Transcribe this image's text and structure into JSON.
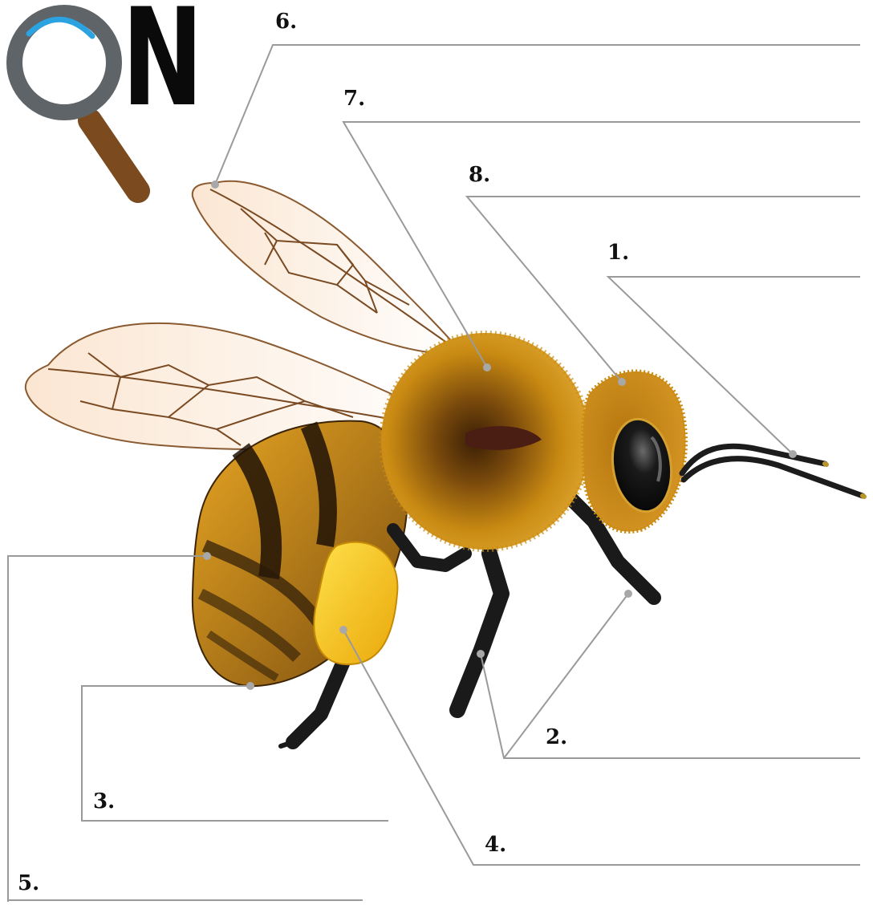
{
  "logo": {
    "letter": "N"
  },
  "labels": [
    {
      "id": "1",
      "text": "1."
    },
    {
      "id": "2",
      "text": "2."
    },
    {
      "id": "3",
      "text": "3."
    },
    {
      "id": "4",
      "text": "4."
    },
    {
      "id": "5",
      "text": "5."
    },
    {
      "id": "6",
      "text": "6."
    },
    {
      "id": "7",
      "text": "7."
    },
    {
      "id": "8",
      "text": "8."
    }
  ],
  "colors": {
    "leader_line": "#9a9a9a",
    "marker_dot": "#a8a8a8",
    "fur": "#c98a12",
    "fur_dark": "#5a3206",
    "pollen": "#f7c61a",
    "eye": "#141414",
    "wing_vein": "#7a4a22",
    "logo_ring": "#5f6468",
    "logo_accent": "#2ba3e0",
    "logo_handle": "#7b4a1e"
  }
}
